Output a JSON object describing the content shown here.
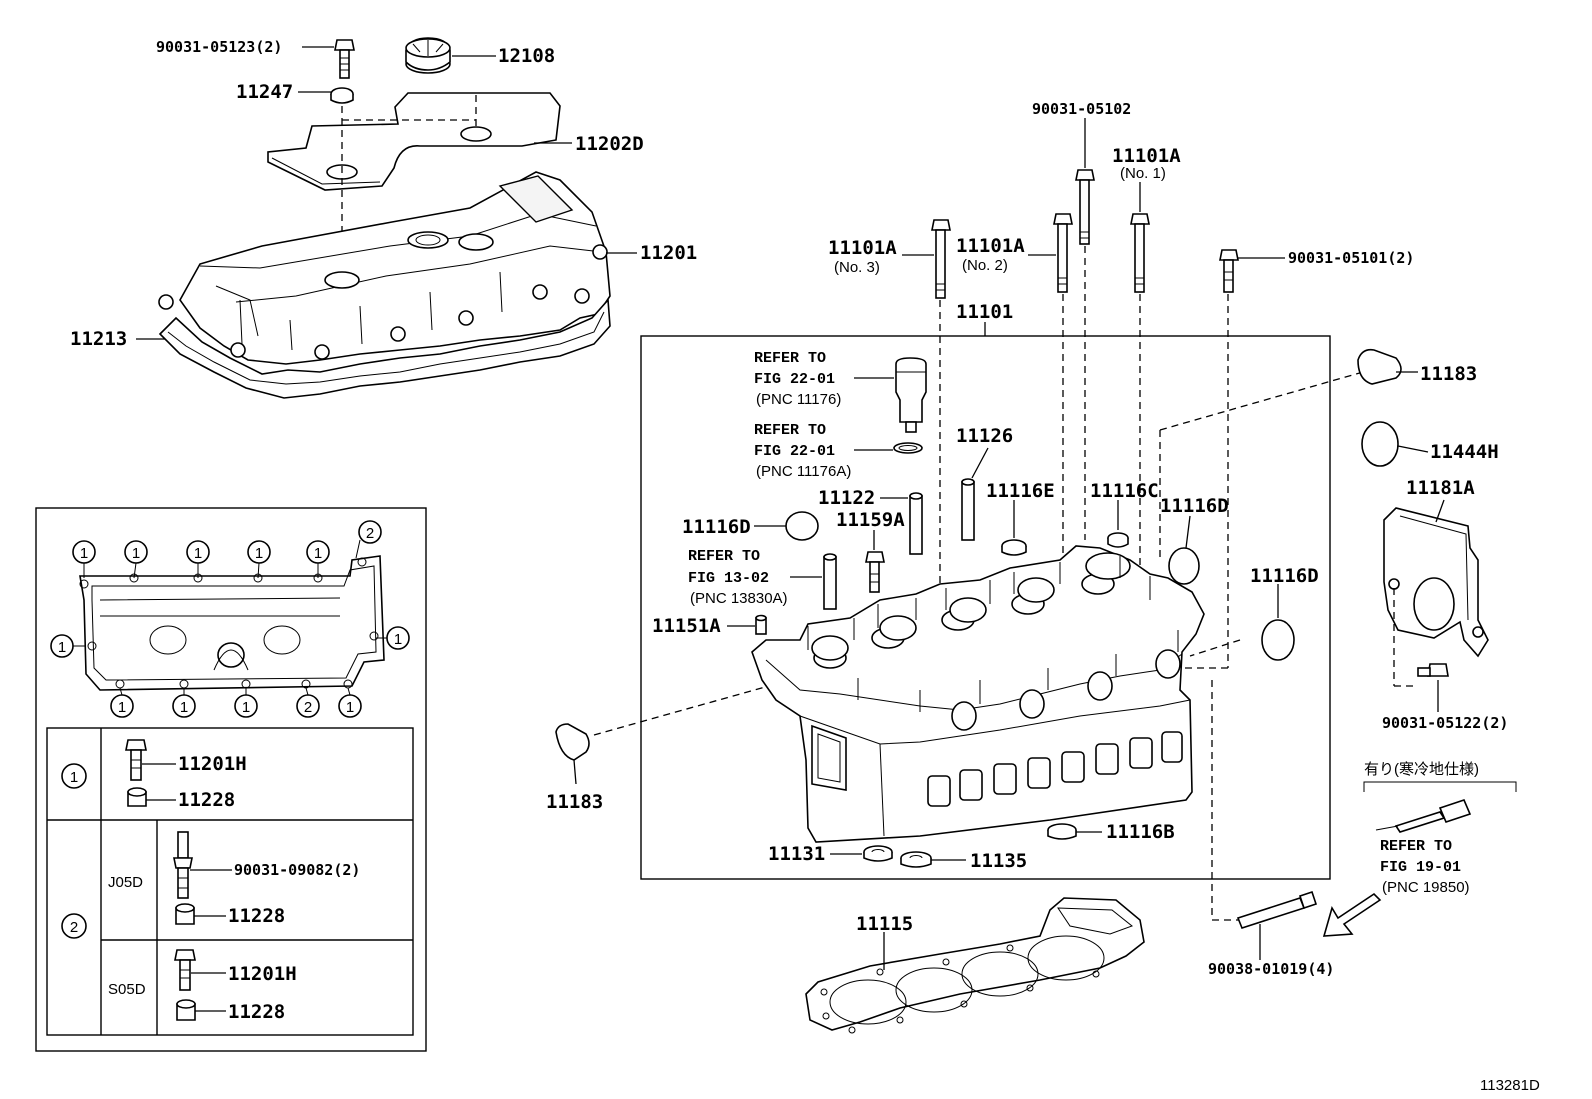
{
  "diagram_id": "113281D",
  "cover_group": {
    "bolt_top": "90031-05123(2)",
    "oil_cap": "12108",
    "seal_washer": "11247",
    "insulator": "11202D",
    "head_cover": "11201",
    "cover_gasket": "11213"
  },
  "head_group": {
    "bolt_small": "90031-05102",
    "bolt_no1_pnc": "11101A",
    "bolt_no1_sub": "(No. 1)",
    "bolt_no3_pnc": "11101A",
    "bolt_no3_sub": "(No. 3)",
    "bolt_no2_pnc": "11101A",
    "bolt_no2_sub": "(No. 2)",
    "bolt_right": "90031-05101(2)",
    "head_sub_assy": "11101",
    "ref_nozzle_1": "REFER TO",
    "ref_nozzle_2": "FIG 22-01",
    "ref_nozzle_3": "(PNC 11176)",
    "ref_ring_1": "REFER TO",
    "ref_ring_2": "FIG 22-01",
    "ref_ring_3": "(PNC 11176A)",
    "ref_pin_1": "REFER TO",
    "ref_pin_2": "FIG 13-02",
    "ref_pin_3": "(PNC 13830A)",
    "guide_a": "11126",
    "guide_b": "11122",
    "stud": "11159A",
    "plug_e": "11116E",
    "plug_c": "11116C",
    "plug_d_left": "11116D",
    "plug_d_right": "11116D",
    "plug_d_far": "11116D",
    "pin_a": "11151A",
    "cap_top": "11183",
    "cap_bottom": "11183",
    "plug_h": "11444H",
    "cover_plate": "11181A",
    "plate_bolt": "90031-05122(2)",
    "plug_b": "11116B",
    "seat_a": "11131",
    "seat_b": "11135",
    "head_gasket": "11115",
    "head_bolt": "90038-01019(4)",
    "glow_note": "有り(寒冷地仕様)",
    "ref_glow_1": "REFER TO",
    "ref_glow_2": "FIG 19-01",
    "ref_glow_3": "(PNC 19850)"
  },
  "inset": {
    "circle_one": "1",
    "circle_two": "2",
    "row1_bolt": "11201H",
    "row1_washer": "11228",
    "engine_a": "J05D",
    "row2a_stud": "90031-09082(2)",
    "row2a_washer": "11228",
    "engine_b": "S05D",
    "row2b_bolt": "11201H",
    "row2b_washer": "11228"
  }
}
